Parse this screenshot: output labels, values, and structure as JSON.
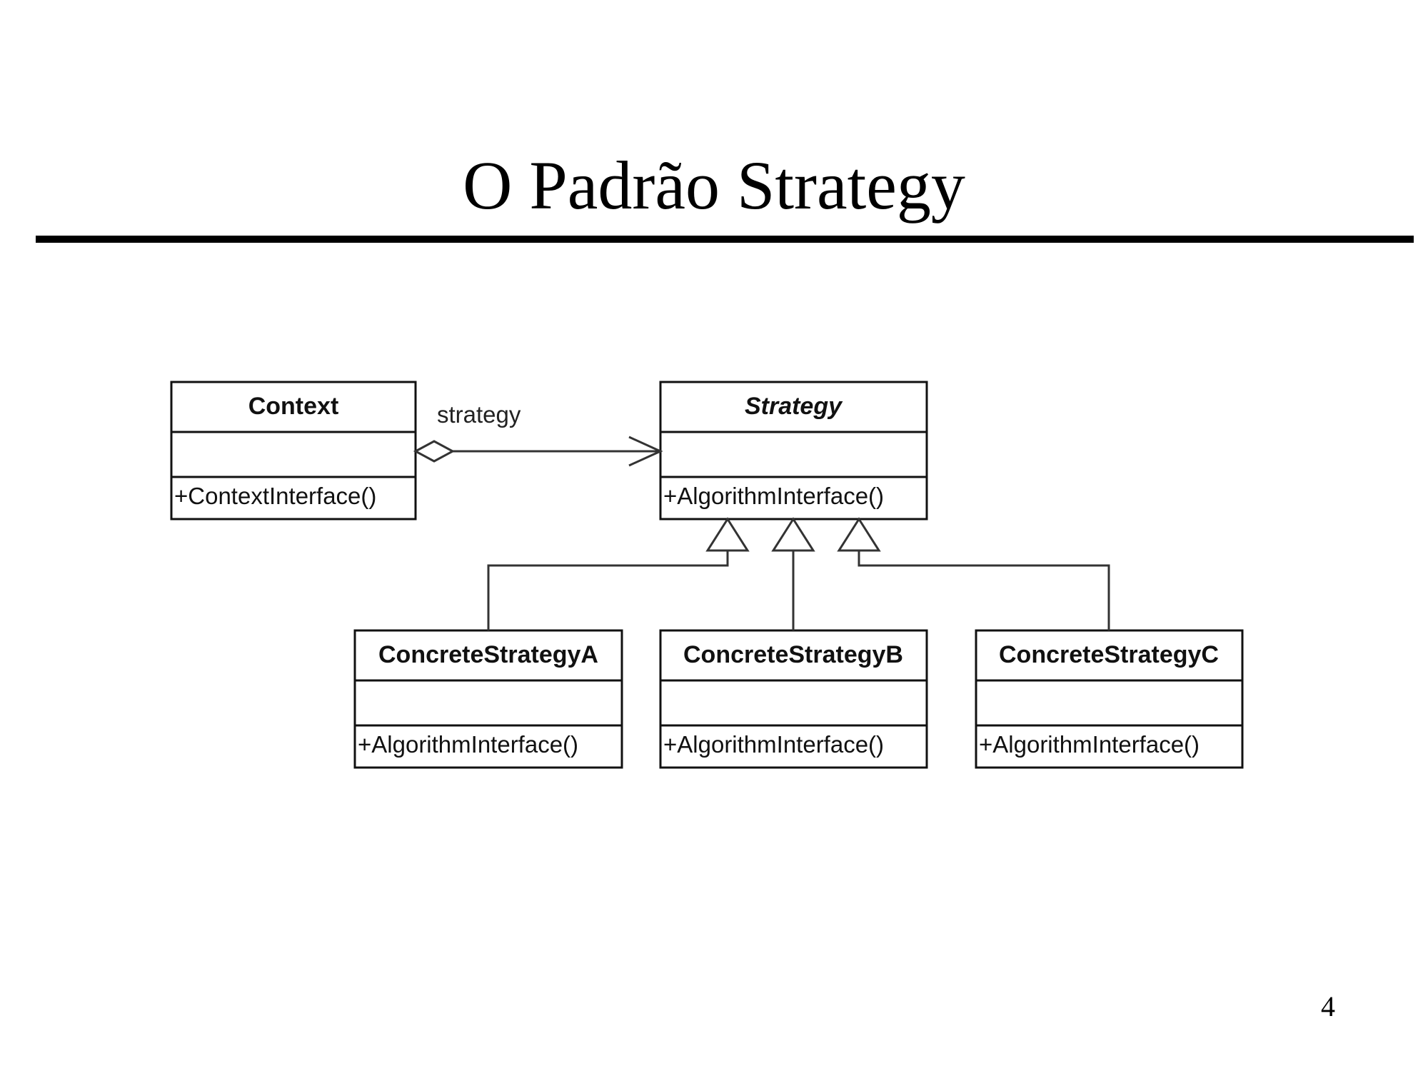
{
  "slide": {
    "title": "O Padrão Strategy",
    "page_number": "4"
  },
  "diagram": {
    "classes": {
      "context": {
        "name": "Context",
        "operation": "+ContextInterface()"
      },
      "strategy": {
        "name": "Strategy",
        "operation": "+AlgorithmInterface()",
        "abstract": true
      },
      "concrete_a": {
        "name": "ConcreteStrategyA",
        "operation": "+AlgorithmInterface()"
      },
      "concrete_b": {
        "name": "ConcreteStrategyB",
        "operation": "+AlgorithmInterface()"
      },
      "concrete_c": {
        "name": "ConcreteStrategyC",
        "operation": "+AlgorithmInterface()"
      }
    },
    "association": {
      "role": "strategy",
      "kind": "aggregation"
    },
    "generalizations": [
      {
        "from": "ConcreteStrategyA",
        "to": "Strategy"
      },
      {
        "from": "ConcreteStrategyB",
        "to": "Strategy"
      },
      {
        "from": "ConcreteStrategyC",
        "to": "Strategy"
      }
    ],
    "colors": {
      "line": "#111111",
      "connector": "#333333",
      "background": "#ffffff"
    }
  }
}
